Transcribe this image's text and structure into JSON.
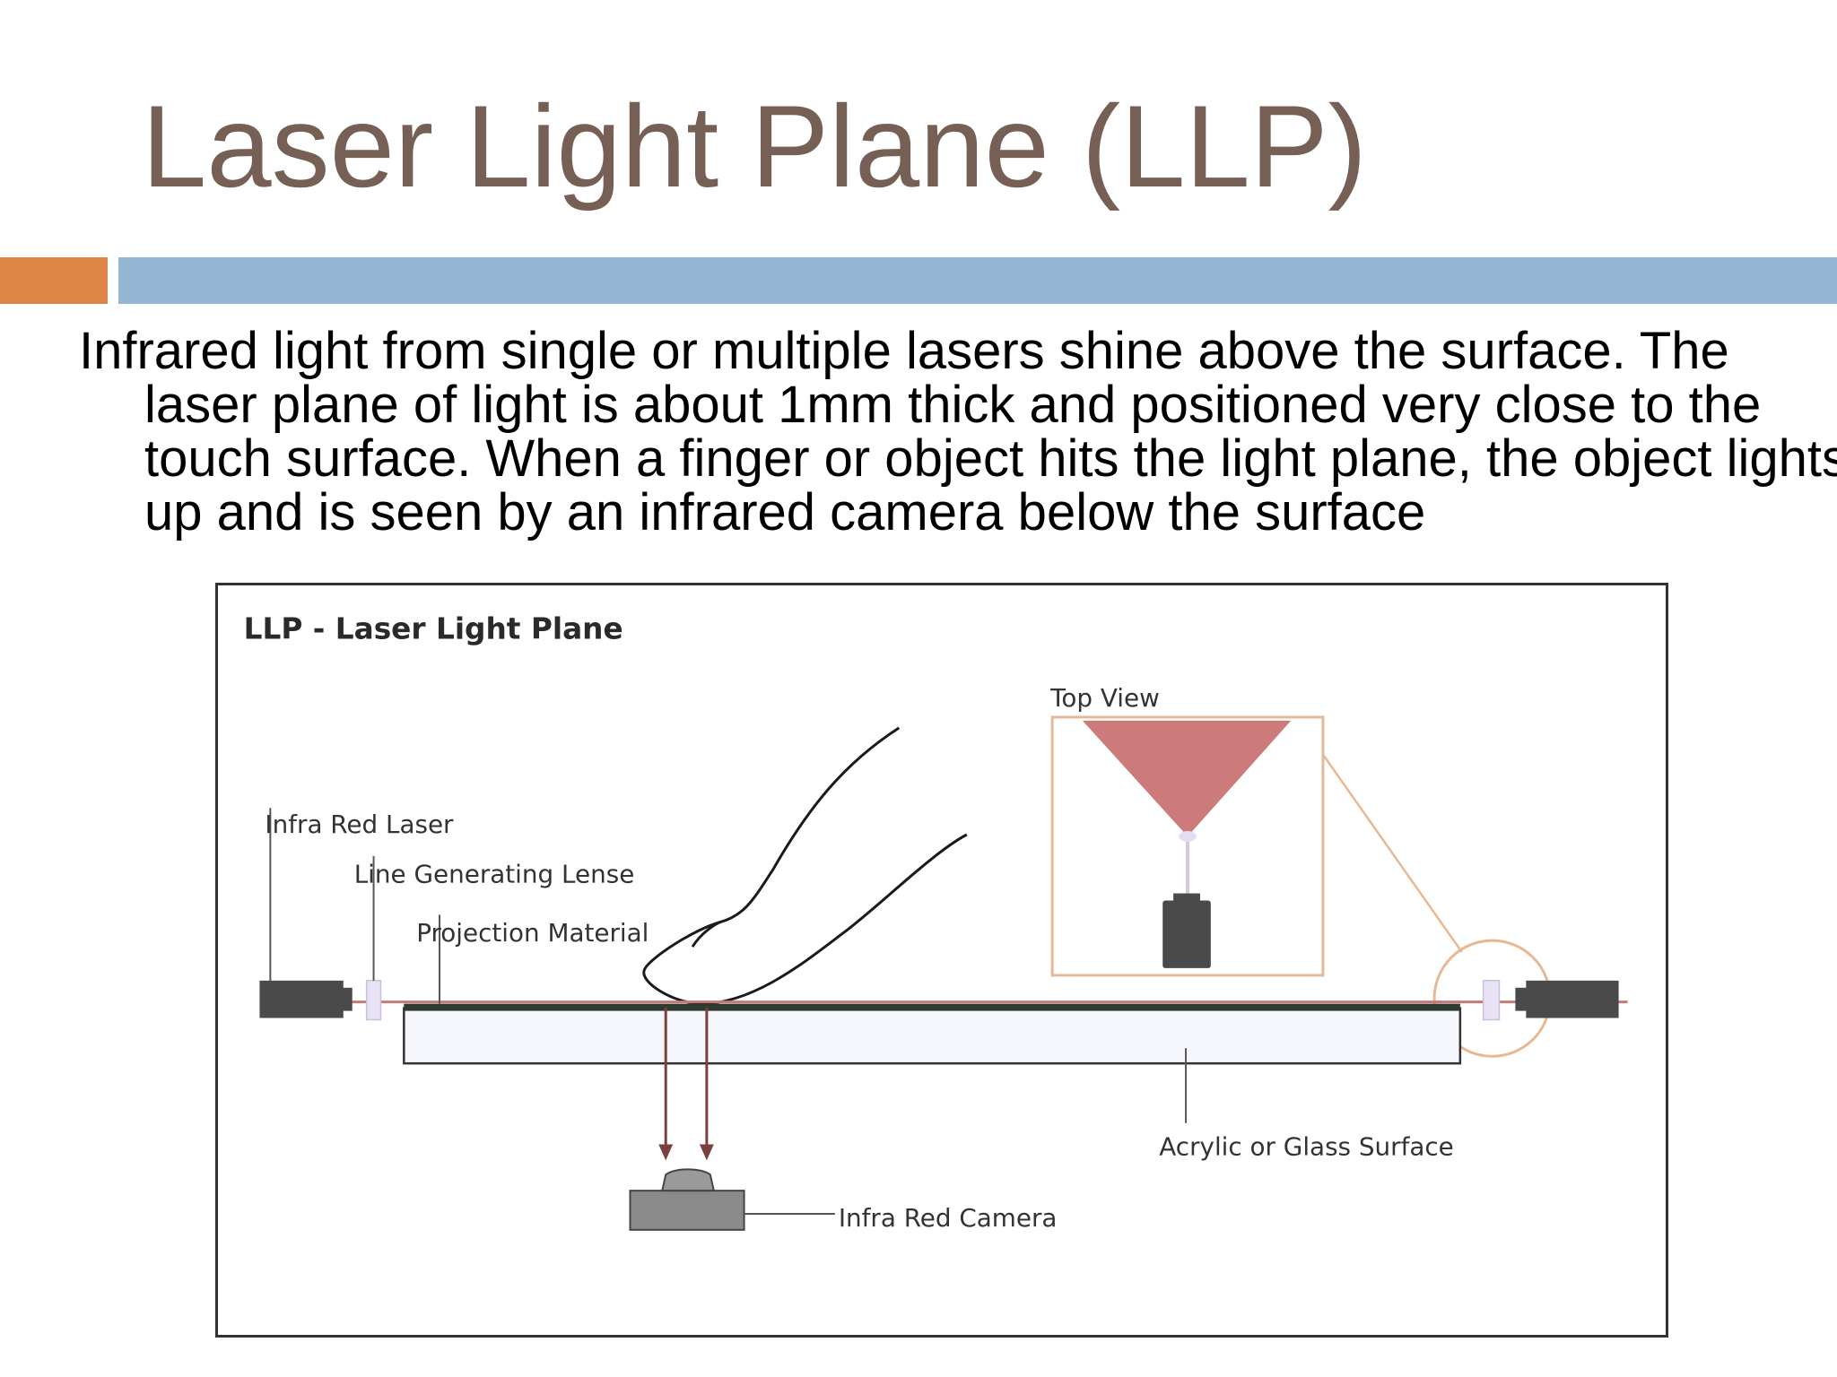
{
  "slide": {
    "title": "Laser Light Plane (LLP)",
    "body": "Infrared light from single or multiple lasers shine above the surface. The laser plane of light is about 1mm thick and positioned very close to the touch surface. When a finger or object hits the light plane, the object lights up and  is seen by an infrared camera below the surface",
    "accent_colors": {
      "title": "#765f55",
      "bar_orange": "#dd8447",
      "bar_blue": "#94b6d2"
    }
  },
  "diagram": {
    "title": "LLP - Laser Light Plane",
    "labels": {
      "top_view": "Top View",
      "infra_red_laser": "Infra Red Laser",
      "line_generating_lense": "Line Generating Lense",
      "projection_material": "Projection Material",
      "acrylic_glass_surface": "Acrylic or Glass Surface",
      "infra_red_camera": "Infra Red Camera"
    },
    "colors": {
      "laser_beam": "#c97878",
      "top_view_frame": "#e8b894",
      "cone": "#cc7a7a",
      "device": "#4a4a4a",
      "surface_fill": "#f4f6fb"
    }
  }
}
